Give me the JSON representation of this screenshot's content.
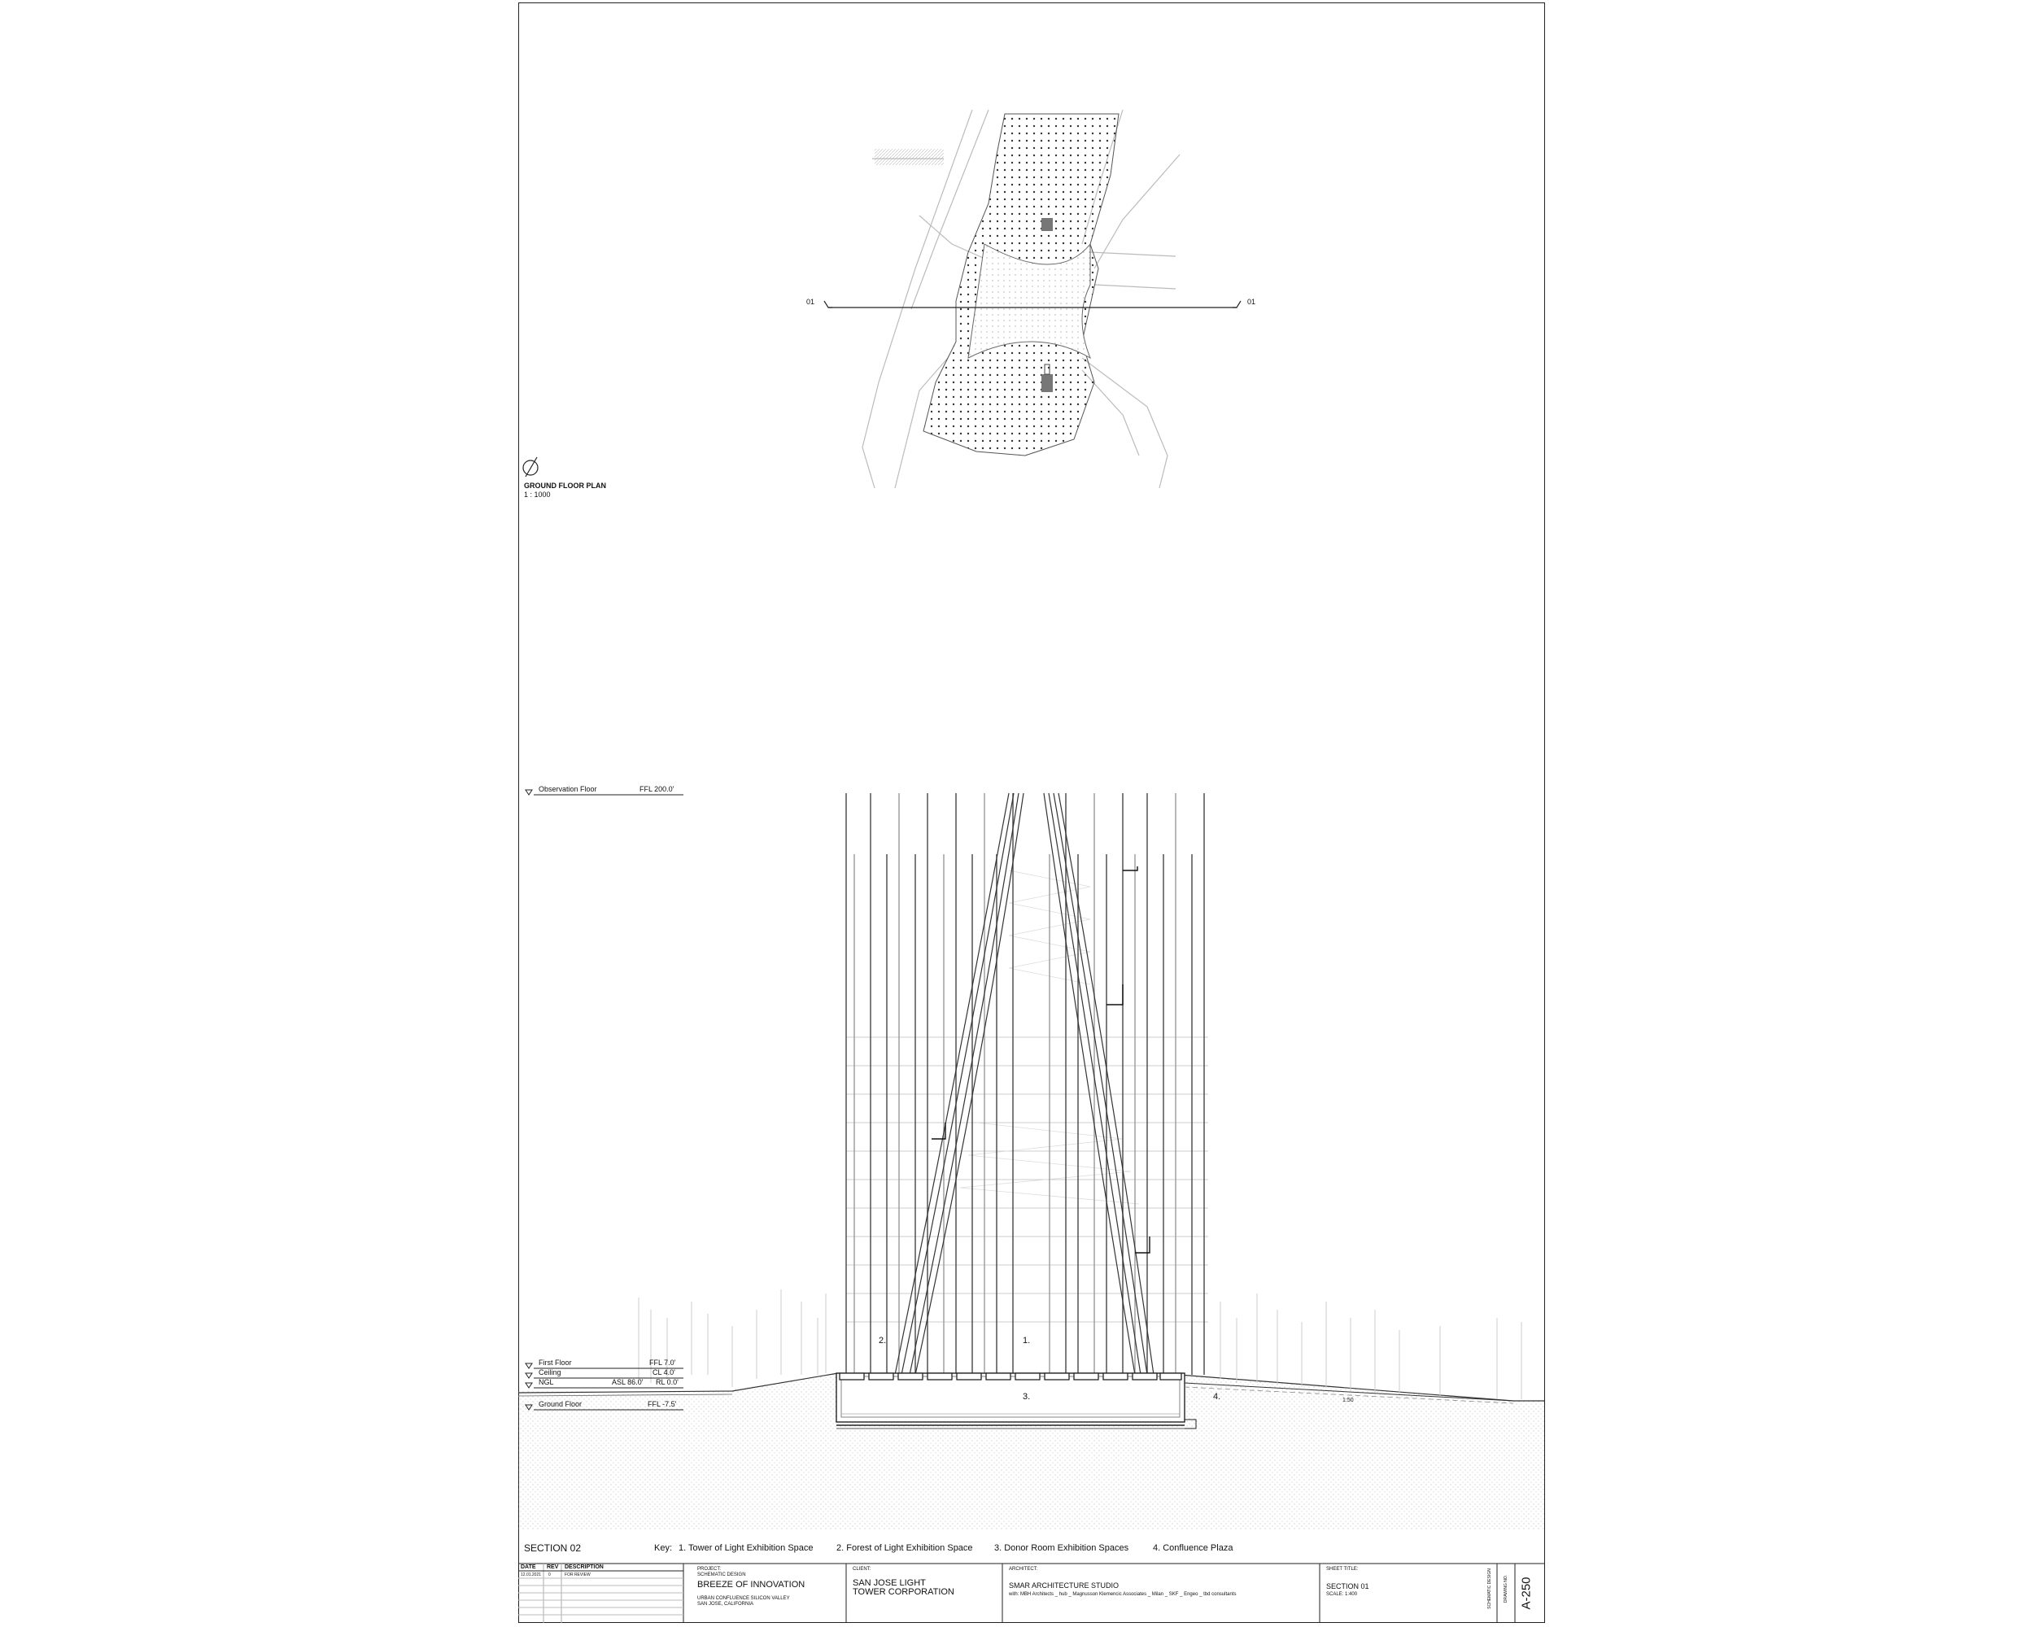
{
  "plan": {
    "section_marker_left": "01",
    "section_marker_right": "01",
    "title": "GROUND FLOOR PLAN",
    "scale": "1 : 1000"
  },
  "levels": [
    {
      "name": "Observation Floor",
      "value": "FFL 200.0'"
    },
    {
      "name": "First Floor",
      "value": "FFL 7.0'"
    },
    {
      "name": "Ceiling",
      "value": "CL 4.0'"
    },
    {
      "name": "NGL",
      "asl": "ASL 86.0'",
      "value": "RL 0.0'"
    },
    {
      "name": "Ground Floor",
      "value": "FFL -7.5'"
    }
  ],
  "section_labels": {
    "l1": "1.",
    "l2": "2.",
    "l3": "3.",
    "l4": "4.",
    "slope": "1:50"
  },
  "section_title": "SECTION 02",
  "key": {
    "label": "Key:",
    "items": [
      "1. Tower of Light Exhibition Space",
      "2. Forest of Light Exhibition Space",
      "3. Donor Room Exhibition Spaces",
      "4. Confluence Plaza"
    ]
  },
  "title_block": {
    "rev_table": {
      "headers": [
        "DATE",
        "REV",
        "DESCRIPTION"
      ],
      "row": [
        "12.01.2021",
        "0",
        "FOR REVIEW"
      ]
    },
    "project": {
      "label": "PROJECT:",
      "phase": "SCHEMATIC DESIGN",
      "name": "BREEZE OF INNOVATION",
      "line1": "URBAN CONFLUENCE SILICON VALLEY",
      "line2": "SAN JOSE, CALIFORNIA"
    },
    "client": {
      "label": "CLIENT:",
      "line1": "SAN JOSE LIGHT",
      "line2": "TOWER CORPORATION"
    },
    "architect": {
      "label": "ARCHITECT:",
      "name": "SMAR ARCHITECTURE STUDIO",
      "with": "with:  MBH Architects _ hub _ Magnusson Klemencic Associates _ Milan _ SKF _ Engeo _ tbd consultants"
    },
    "sheet": {
      "label": "SHEET TITLE:",
      "title": "SECTION 01",
      "scale": "SCALE: 1:400"
    },
    "stage": "SCHEMATIC DESIGN",
    "drawing_no_label": "DRAWING NO.",
    "drawing_no": "A-250"
  }
}
